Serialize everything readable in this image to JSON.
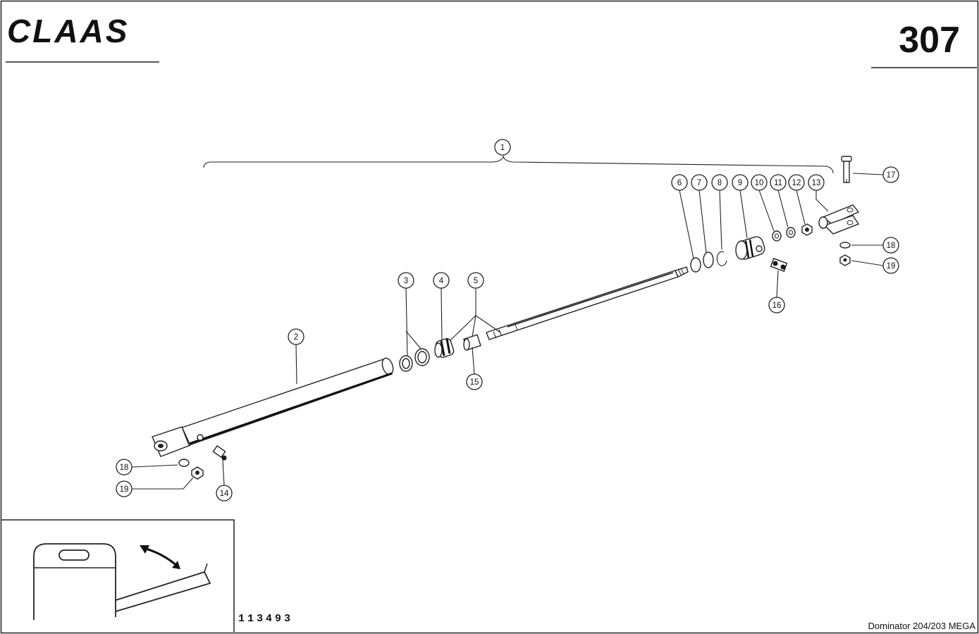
{
  "header": {
    "brand": "CLAAS",
    "page_number": "307"
  },
  "diagram": {
    "type": "exploded parts diagram",
    "callouts": [
      {
        "id": "c1",
        "label": "1"
      },
      {
        "id": "c2",
        "label": "2"
      },
      {
        "id": "c3",
        "label": "3"
      },
      {
        "id": "c4",
        "label": "4"
      },
      {
        "id": "c5",
        "label": "5"
      },
      {
        "id": "c6",
        "label": "6"
      },
      {
        "id": "c7",
        "label": "7"
      },
      {
        "id": "c8",
        "label": "8"
      },
      {
        "id": "c9",
        "label": "9"
      },
      {
        "id": "c10",
        "label": "10"
      },
      {
        "id": "c11",
        "label": "11"
      },
      {
        "id": "c12",
        "label": "12"
      },
      {
        "id": "c13",
        "label": "13"
      },
      {
        "id": "c14",
        "label": "14"
      },
      {
        "id": "c15",
        "label": "15"
      },
      {
        "id": "c16",
        "label": "16"
      },
      {
        "id": "c17",
        "label": "17"
      },
      {
        "id": "c18a",
        "label": "18"
      },
      {
        "id": "c18b",
        "label": "18"
      },
      {
        "id": "c19a",
        "label": "19"
      },
      {
        "id": "c19b",
        "label": "19"
      }
    ]
  },
  "footer": {
    "reference_number": "113493",
    "model": "Dominator 204/203 MEGA"
  }
}
